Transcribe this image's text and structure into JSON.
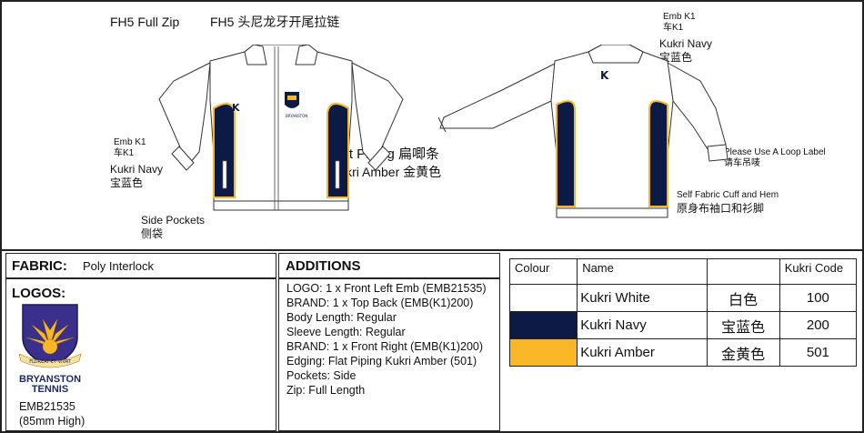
{
  "header": {
    "title_en": "FH5 Full Zip",
    "title_cn": "FH5 头尼龙牙开尾拉链"
  },
  "front_notes": {
    "emb_en": "Emb K1",
    "emb_cn": "车K1",
    "emb_colour_en": "Kukri Navy",
    "emb_colour_cn": "宝蓝色",
    "pockets_en": "Side Pockets",
    "pockets_cn": "侧袋",
    "piping_en": "Flat Piping",
    "piping_cn": "扁唧条",
    "piping_colour_en": "Kukri Amber",
    "piping_colour_cn": "金黄色"
  },
  "back_notes": {
    "emb_en": "Emb K1",
    "emb_cn": "车K1",
    "emb_colour_en": "Kukri Navy",
    "emb_colour_cn": "宝蓝色",
    "loop_en": "Please Use A Loop Label",
    "loop_cn": "请车吊唛",
    "cuff_en": "Self Fabric Cuff and Hem",
    "cuff_cn": "原身布袖口和衫脚"
  },
  "fabric": {
    "label": "FABRIC:",
    "value": "Poly Interlock"
  },
  "logos": {
    "label": "LOGOS:",
    "motto": "FLOREAT·ET·VIVAT",
    "brand_line1": "BRYANSTON",
    "brand_line2": "TENNIS",
    "code": "EMB21535",
    "size": "(85mm High)"
  },
  "additions": {
    "label": "ADDITIONS",
    "lines": [
      "LOGO: 1 x Front Left Emb (EMB21535)",
      "BRAND: 1 x Top Back (EMB(K1)200)",
      "Body Length: Regular",
      "Sleeve Length: Regular",
      "BRAND: 1 x Front Right (EMB(K1)200)",
      "Edging: Flat Piping Kukri Amber (501)",
      "Pockets: Side",
      "Zip: Full Length"
    ]
  },
  "colour_table": {
    "headers": [
      "Colour",
      "Name",
      "",
      "Kukri Code"
    ],
    "rows": [
      {
        "swatch": "#ffffff",
        "name": "Kukri White",
        "cn": "白色",
        "code": "100"
      },
      {
        "swatch": "#0d1a45",
        "name": "Kukri Navy",
        "cn": "宝蓝色",
        "code": "200"
      },
      {
        "swatch": "#f9b727",
        "name": "Kukri Amber",
        "cn": "金黄色",
        "code": "501"
      }
    ]
  },
  "colors": {
    "navy": "#0d1a45",
    "amber": "#f9b727",
    "white": "#ffffff"
  }
}
